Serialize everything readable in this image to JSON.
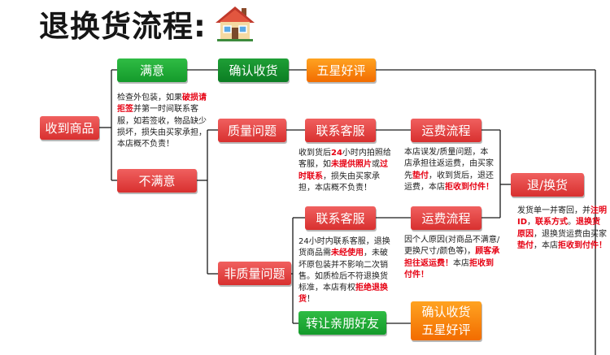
{
  "title": "退换货流程:",
  "boxes": {
    "receive": "收到商品",
    "satisfied": "满意",
    "unsatisfied": "不满意",
    "confirm_receipt": "确认收货",
    "five_star": "五星好评",
    "quality_issue": "质量问题",
    "non_quality_issue": "非质量问题",
    "contact_cs_1": "联系客服",
    "contact_cs_2": "联系客服",
    "shipping_flow_1": "运费流程",
    "shipping_flow_2": "运费流程",
    "return_exchange": "退/换货",
    "transfer_friend": "转让亲朋好友",
    "final_line1": "确认收货",
    "final_line2": "五星好评"
  },
  "notes": {
    "inspect": [
      {
        "t": "检查外包装，如果",
        "h": false
      },
      {
        "t": "破损请拒签",
        "h": true
      },
      {
        "t": "并第一时间联系客服，如若签收，物品缺少损坏，损失由买家承担，本店概不负责！",
        "h": false
      }
    ],
    "quality": [
      {
        "t": "收到货后",
        "h": false
      },
      {
        "t": "24",
        "h": true
      },
      {
        "t": "小时内拍照给客服，如",
        "h": false
      },
      {
        "t": "未提供照片",
        "h": true
      },
      {
        "t": "或",
        "h": false
      },
      {
        "t": "过时联系",
        "h": true
      },
      {
        "t": "，损失由买家承担，本店概不负责！",
        "h": false
      }
    ],
    "shipping_quality": [
      {
        "t": "本店误发/质量问题，本店承担往返运费，由买家先",
        "h": false
      },
      {
        "t": "垫付",
        "h": true
      },
      {
        "t": "，收到货后，退还运费，本店",
        "h": false
      },
      {
        "t": "拒收到付件！",
        "h": true
      }
    ],
    "return_note": [
      {
        "t": "发货单一并寄回，并",
        "h": false
      },
      {
        "t": "注明ID",
        "h": true
      },
      {
        "t": "，",
        "h": false
      },
      {
        "t": "联系方式",
        "h": true
      },
      {
        "t": "。",
        "h": false
      },
      {
        "t": "退换货原因",
        "h": true
      },
      {
        "t": "，退换货运费由买家",
        "h": false
      },
      {
        "t": "垫付",
        "h": true
      },
      {
        "t": "，本店",
        "h": false
      },
      {
        "t": "拒收到付件！",
        "h": true
      }
    ],
    "non_quality": [
      {
        "t": "24小时内联系客服，退换货商品需",
        "h": false
      },
      {
        "t": "未经使用",
        "h": true
      },
      {
        "t": "，未破坏原包装并不影响二次销售。如质检后不符退换货标准，本店有权",
        "h": false
      },
      {
        "t": "拒绝退换货",
        "h": true
      },
      {
        "t": "！",
        "h": false
      }
    ],
    "shipping_non_quality": [
      {
        "t": "因个人原因(对商品不满意/更换尺寸/颜色等)，",
        "h": false
      },
      {
        "t": "顾客承担往返运费！",
        "h": true
      },
      {
        "t": "本店",
        "h": false
      },
      {
        "t": "拒收到付件！",
        "h": true
      }
    ]
  },
  "colors": {
    "red": "#e0403f",
    "green": "#22ad38",
    "orange": "#f98a10",
    "highlight": "#e60012",
    "line": "#1a1a1a"
  },
  "icons": [
    "house-icon"
  ]
}
